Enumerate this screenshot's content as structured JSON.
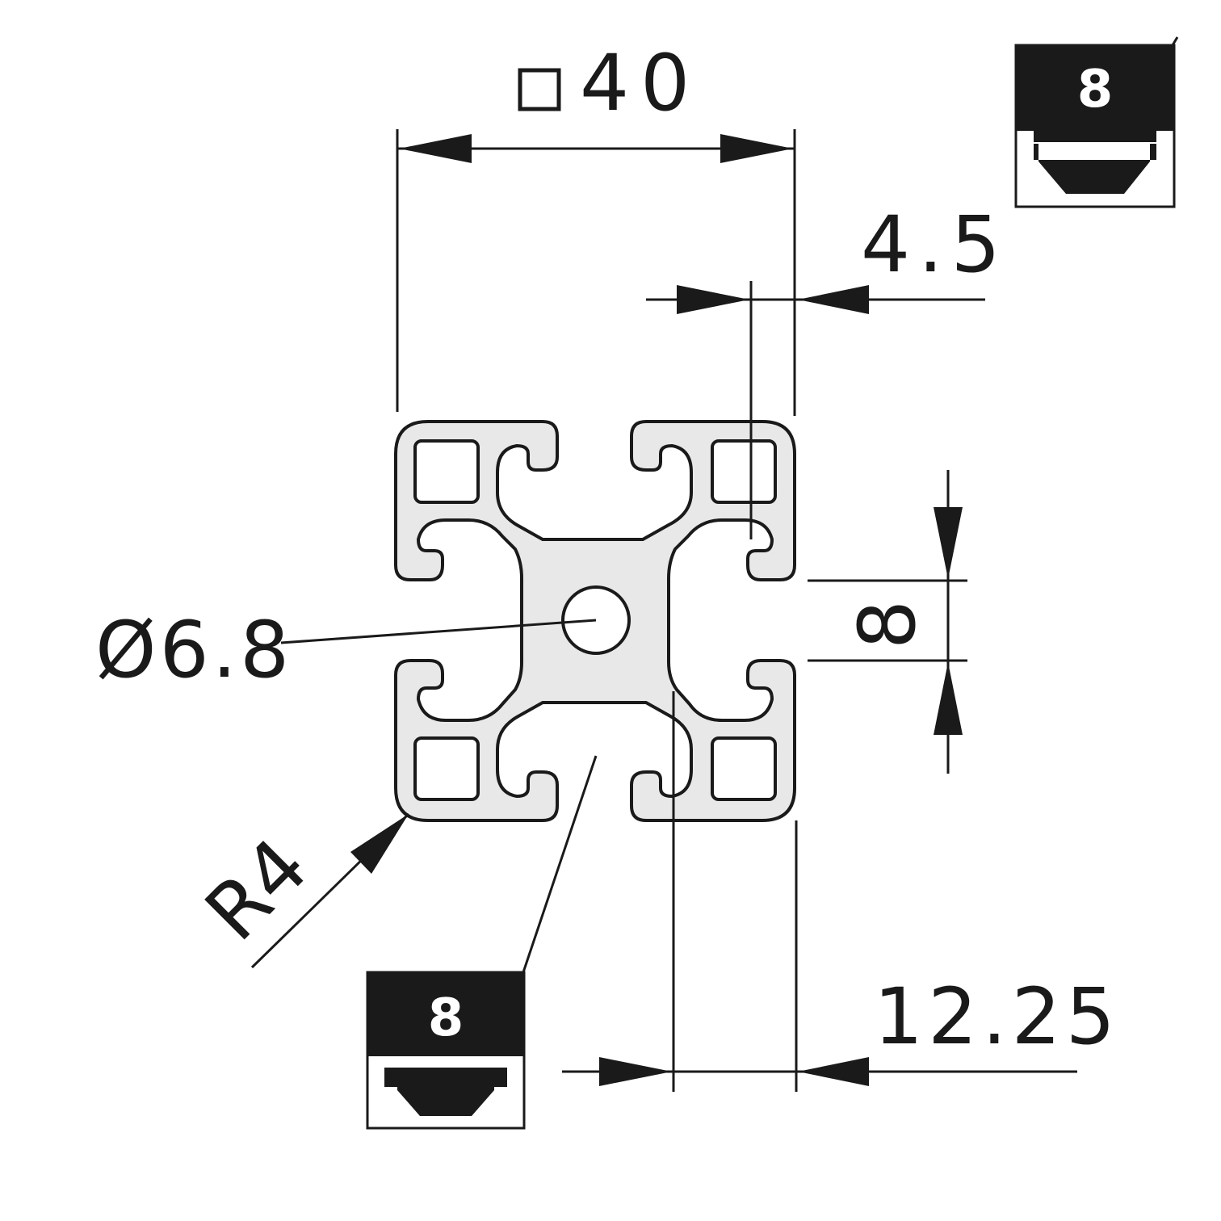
{
  "dimensions": {
    "square_symbol": "□",
    "width": "40",
    "offset": "4.5",
    "slot_width": "8",
    "bore": "Ø6.8",
    "radius": "R4",
    "groove_offset": "12.25"
  },
  "slot_badges": [
    {
      "label": "8"
    },
    {
      "label": "8"
    }
  ],
  "colors": {
    "ink": "#1a1a1a",
    "profile_fill": "#e8e8e8",
    "badge_fill": "#1a1a1a",
    "paper": "#ffffff"
  }
}
